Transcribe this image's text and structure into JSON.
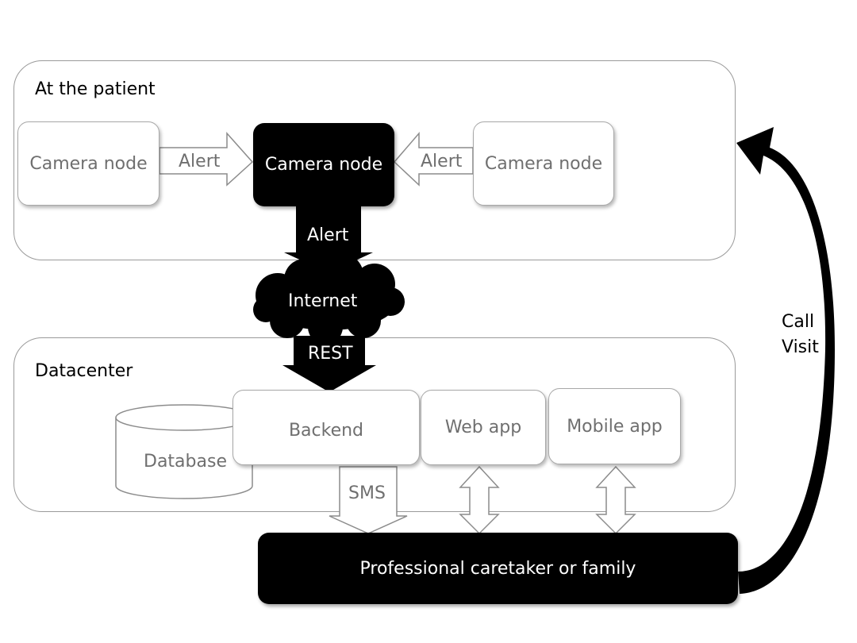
{
  "regions": {
    "patient": {
      "label": "At the patient"
    },
    "datacenter": {
      "label": "Datacenter"
    }
  },
  "nodes": {
    "camera_left": "Camera node",
    "camera_center": "Camera node",
    "camera_right": "Camera node",
    "internet": "Internet",
    "database": "Database",
    "backend": "Backend",
    "web_app": "Web app",
    "mobile_app": "Mobile app",
    "caretaker": "Professional caretaker or family"
  },
  "arrows": {
    "alert_left": "Alert",
    "alert_right": "Alert",
    "alert_down": "Alert",
    "rest": "REST",
    "sms": "SMS",
    "call": "Call",
    "visit": "Visit"
  }
}
